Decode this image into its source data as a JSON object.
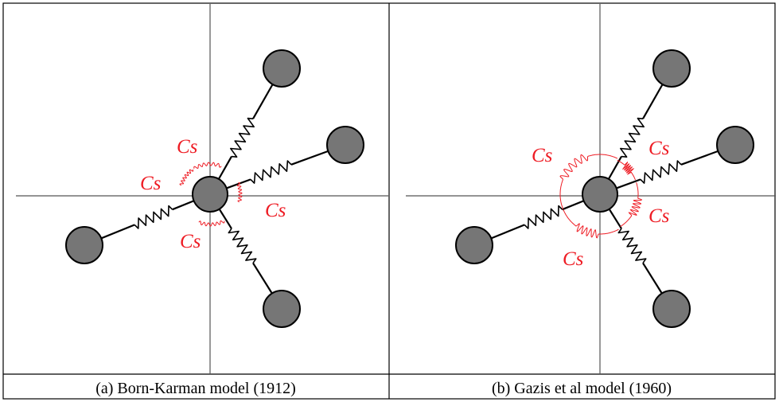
{
  "panels": [
    {
      "id": "a",
      "caption": "(a) Born-Karman model (1912)",
      "angular_spring_labels": [
        "Cs",
        "Cs",
        "Cs",
        "Cs"
      ]
    },
    {
      "id": "b",
      "caption": "(b) Gazis et al model (1960)",
      "angular_spring_labels": [
        "Cs",
        "Cs",
        "Cs",
        "Cs"
      ]
    }
  ],
  "colors": {
    "atom_fill": "#767676",
    "angular_spring": "#ee1c24",
    "bond": "#000000"
  }
}
